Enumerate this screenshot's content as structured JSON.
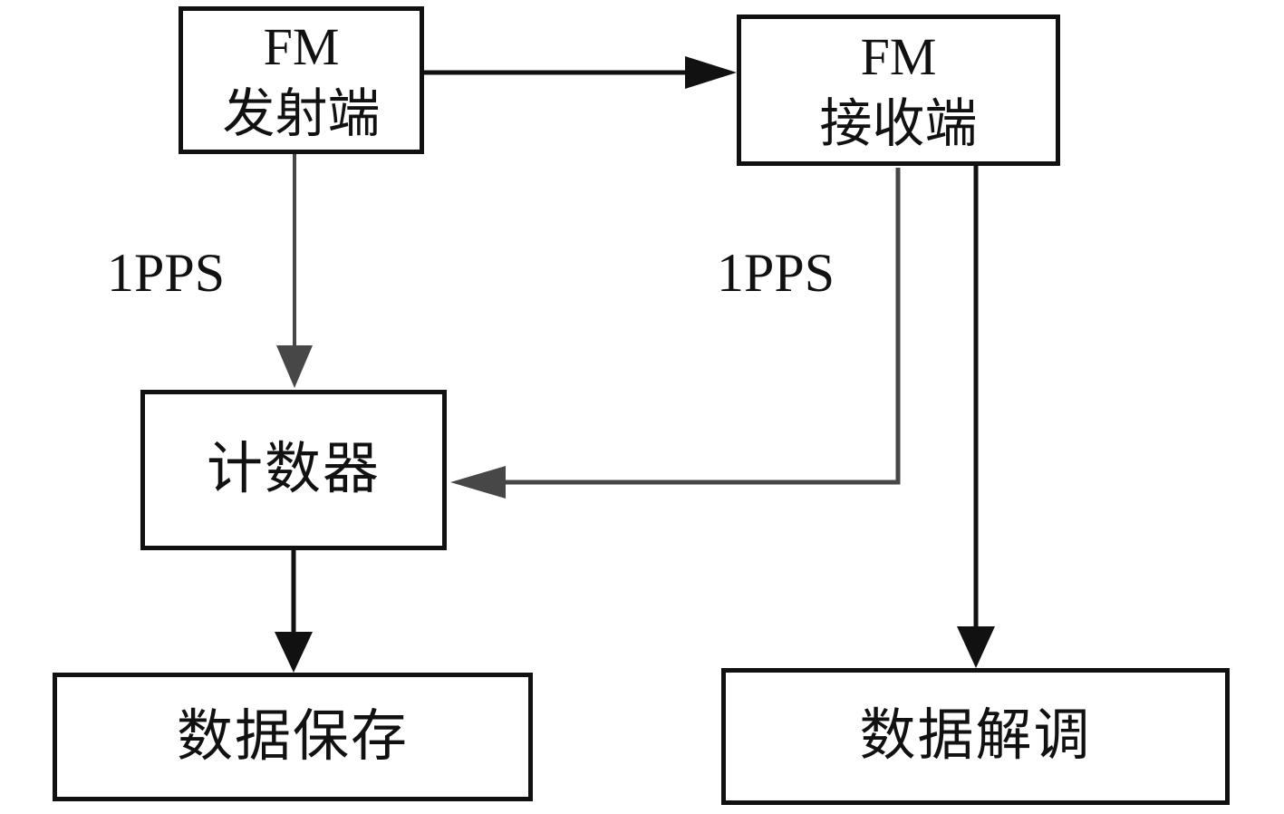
{
  "diagram": {
    "nodes": {
      "fm_transmitter": {
        "lines": [
          "FM",
          "发射端"
        ]
      },
      "fm_receiver": {
        "lines": [
          "FM",
          "接收端"
        ]
      },
      "counter": {
        "lines": [
          "计数器"
        ]
      },
      "data_save": {
        "lines": [
          "数据保存"
        ]
      },
      "data_demod": {
        "lines": [
          "数据解调"
        ]
      }
    },
    "edges": [
      {
        "from": "fm_transmitter",
        "to": "fm_receiver",
        "style": "solid",
        "color": "black",
        "label": ""
      },
      {
        "from": "fm_transmitter",
        "to": "counter",
        "style": "solid",
        "color": "gray",
        "label": "1PPS"
      },
      {
        "from": "fm_receiver",
        "to": "counter",
        "style": "solid",
        "color": "gray",
        "label": "1PPS"
      },
      {
        "from": "counter",
        "to": "data_save",
        "style": "solid",
        "color": "black",
        "label": ""
      },
      {
        "from": "fm_receiver",
        "to": "data_demod",
        "style": "solid",
        "color": "black",
        "label": ""
      }
    ],
    "colors": {
      "background": "#ffffff",
      "box_border": "#111111",
      "text": "#111111",
      "black_line": "#111111",
      "gray_line": "#474747"
    }
  }
}
